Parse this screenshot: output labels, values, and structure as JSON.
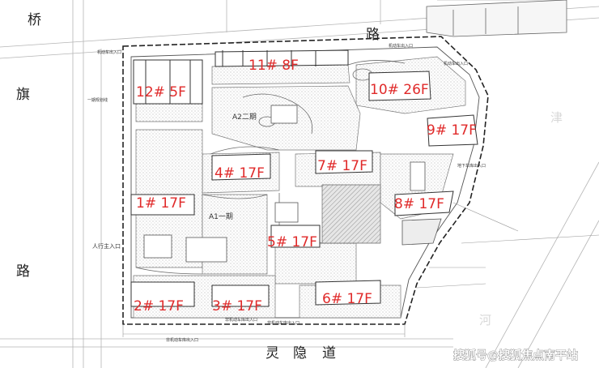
{
  "roads": {
    "left_top": "桥",
    "left_mid": "旗",
    "left_bottom": "路",
    "top": "路",
    "bottom": [
      "灵",
      "隐",
      "道"
    ],
    "right_faint_top": "津",
    "right_faint_bottom": "河"
  },
  "buildings": [
    {
      "id": "b11",
      "label": "11# 8F"
    },
    {
      "id": "b12",
      "label": "12# 5F"
    },
    {
      "id": "b10",
      "label": "10# 26F"
    },
    {
      "id": "b9",
      "label": "9# 17F"
    },
    {
      "id": "b4",
      "label": "4# 17F"
    },
    {
      "id": "b7",
      "label": "7# 17F"
    },
    {
      "id": "b1",
      "label": "1# 17F"
    },
    {
      "id": "b8",
      "label": "8# 17F"
    },
    {
      "id": "b5",
      "label": "5# 17F"
    },
    {
      "id": "b2",
      "label": "2# 17F"
    },
    {
      "id": "b3",
      "label": "3# 17F"
    },
    {
      "id": "b6",
      "label": "6# 17F"
    }
  ],
  "zones": {
    "a2": "A2二期",
    "a1": "A1一期"
  },
  "annotations": {
    "ramp_top_left": "机动车出入口",
    "ramp_top": "机动车出入口",
    "ramp_right": "机动车出入口",
    "pedestrian_left": "人行主入口",
    "right_basement": "地下车库出入口",
    "bottom_service": "非机动车库出入口",
    "left_strip": "一期规划线",
    "bottom_parking": "非机动车库出入口",
    "bottom_note": "非机动车库出入口"
  },
  "watermark": "搜狐号@搜狐焦点南平站"
}
